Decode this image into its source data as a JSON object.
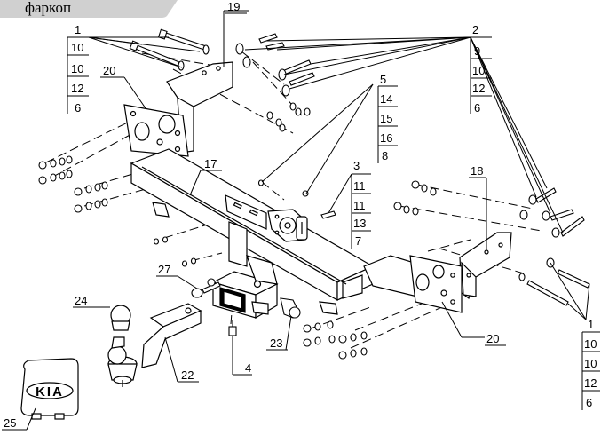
{
  "header": {
    "tab_label": "фаркоп"
  },
  "callouts": {
    "c19": "19",
    "c20a": "20",
    "c20b": "20",
    "c17": "17",
    "c18": "18",
    "c27": "27",
    "c24": "24",
    "c22": "22",
    "c23": "23",
    "c4": "4",
    "c25": "25"
  },
  "stacks": {
    "left_top": [
      "1",
      "10",
      "10",
      "12",
      "6"
    ],
    "right_top": [
      "2",
      "9",
      "10",
      "12",
      "6"
    ],
    "center_a": [
      "5",
      "14",
      "15",
      "16",
      "8"
    ],
    "center_b": [
      "3",
      "11",
      "11",
      "13",
      "7"
    ],
    "right_bottom": [
      "1",
      "10",
      "10",
      "12",
      "6"
    ]
  },
  "logo": {
    "text": "KIA"
  }
}
